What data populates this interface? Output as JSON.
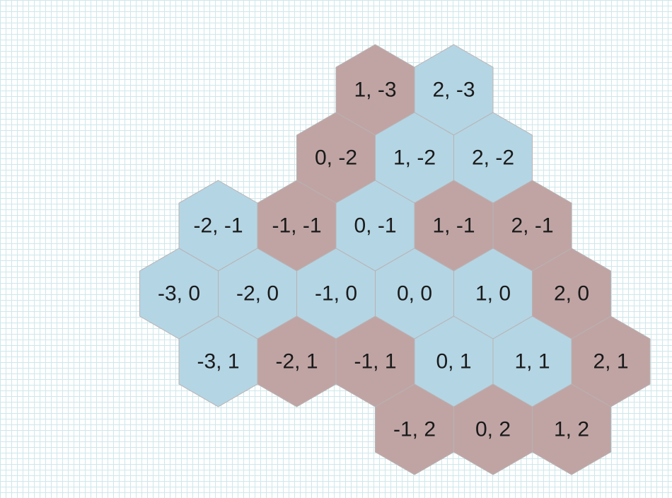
{
  "colors": {
    "red": "#c0a4a4",
    "blue": "#b4d5e4",
    "label": "#1a1a1a"
  },
  "hexes": [
    {
      "q": 1,
      "r": -3,
      "label": "1, -3",
      "color": "red"
    },
    {
      "q": 2,
      "r": -3,
      "label": "2, -3",
      "color": "blue"
    },
    {
      "q": 0,
      "r": -2,
      "label": "0, -2",
      "color": "red"
    },
    {
      "q": 1,
      "r": -2,
      "label": "1, -2",
      "color": "blue"
    },
    {
      "q": 2,
      "r": -2,
      "label": "2, -2",
      "color": "blue"
    },
    {
      "q": -2,
      "r": -1,
      "label": "-2, -1",
      "color": "blue"
    },
    {
      "q": -1,
      "r": -1,
      "label": "-1, -1",
      "color": "red"
    },
    {
      "q": 0,
      "r": -1,
      "label": "0, -1",
      "color": "blue"
    },
    {
      "q": 1,
      "r": -1,
      "label": "1, -1",
      "color": "red"
    },
    {
      "q": 2,
      "r": -1,
      "label": "2, -1",
      "color": "red"
    },
    {
      "q": -3,
      "r": 0,
      "label": "-3, 0",
      "color": "blue"
    },
    {
      "q": -2,
      "r": 0,
      "label": "-2, 0",
      "color": "blue"
    },
    {
      "q": -1,
      "r": 0,
      "label": "-1, 0",
      "color": "blue"
    },
    {
      "q": 0,
      "r": 0,
      "label": "0, 0",
      "color": "blue"
    },
    {
      "q": 1,
      "r": 0,
      "label": "1, 0",
      "color": "blue"
    },
    {
      "q": 2,
      "r": 0,
      "label": "2, 0",
      "color": "red"
    },
    {
      "q": -3,
      "r": 1,
      "label": "-3, 1",
      "color": "blue"
    },
    {
      "q": -2,
      "r": 1,
      "label": "-2, 1",
      "color": "red"
    },
    {
      "q": -1,
      "r": 1,
      "label": "-1, 1",
      "color": "red"
    },
    {
      "q": 0,
      "r": 1,
      "label": "0, 1",
      "color": "blue"
    },
    {
      "q": 1,
      "r": 1,
      "label": "1, 1",
      "color": "blue"
    },
    {
      "q": 2,
      "r": 1,
      "label": "2, 1",
      "color": "red"
    },
    {
      "q": -1,
      "r": 2,
      "label": "-1, 2",
      "color": "red"
    },
    {
      "q": 0,
      "r": 2,
      "label": "0, 2",
      "color": "red"
    },
    {
      "q": 1,
      "r": 2,
      "label": "1, 2",
      "color": "red"
    }
  ]
}
